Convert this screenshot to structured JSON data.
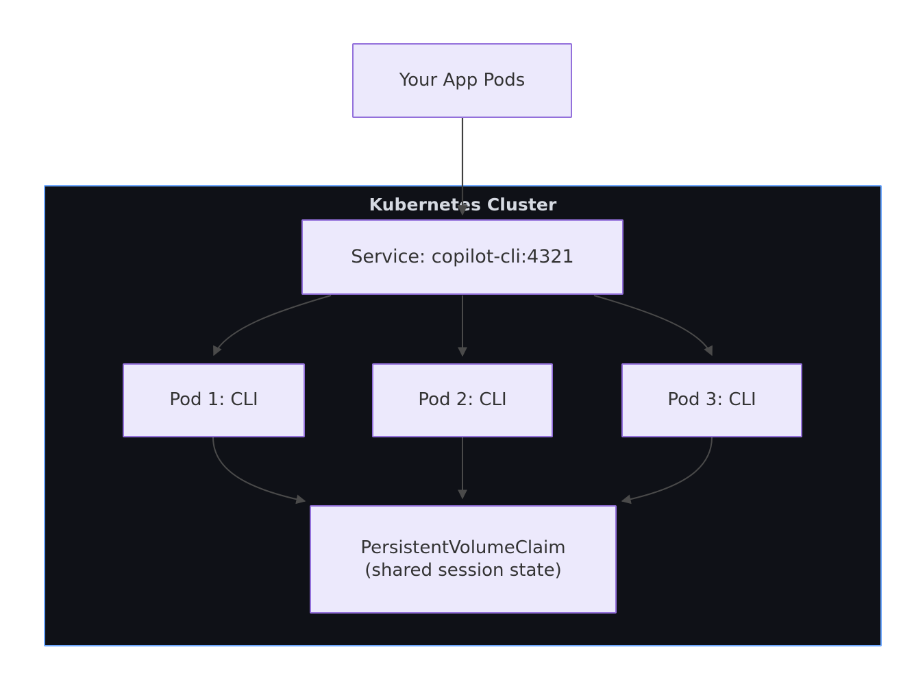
{
  "diagram": {
    "type": "flowchart",
    "direction": "top-down",
    "background_color": "#ffffff",
    "node_fill_color": "#ece9fc",
    "node_border_color": "#9370db",
    "node_text_color": "#333333",
    "edge_color": "#4a4a4a",
    "cluster": {
      "title": "Kubernetes Cluster",
      "background_color": "#0f1117",
      "border_color": "#6ea8fe",
      "title_color": "#d6dae2"
    },
    "nodes": [
      {
        "id": "app",
        "label": "Your App Pods"
      },
      {
        "id": "service",
        "label": "Service: copilot-cli:4321"
      },
      {
        "id": "pod1",
        "label": "Pod 1: CLI"
      },
      {
        "id": "pod2",
        "label": "Pod 2: CLI"
      },
      {
        "id": "pod3",
        "label": "Pod 3: CLI"
      },
      {
        "id": "pvc",
        "label": "PersistentVolumeClaim\n(shared session state)"
      }
    ],
    "edges": [
      {
        "from": "app",
        "to": "service"
      },
      {
        "from": "service",
        "to": "pod1"
      },
      {
        "from": "service",
        "to": "pod2"
      },
      {
        "from": "service",
        "to": "pod3"
      },
      {
        "from": "pod1",
        "to": "pvc"
      },
      {
        "from": "pod2",
        "to": "pvc"
      },
      {
        "from": "pod3",
        "to": "pvc"
      }
    ]
  }
}
